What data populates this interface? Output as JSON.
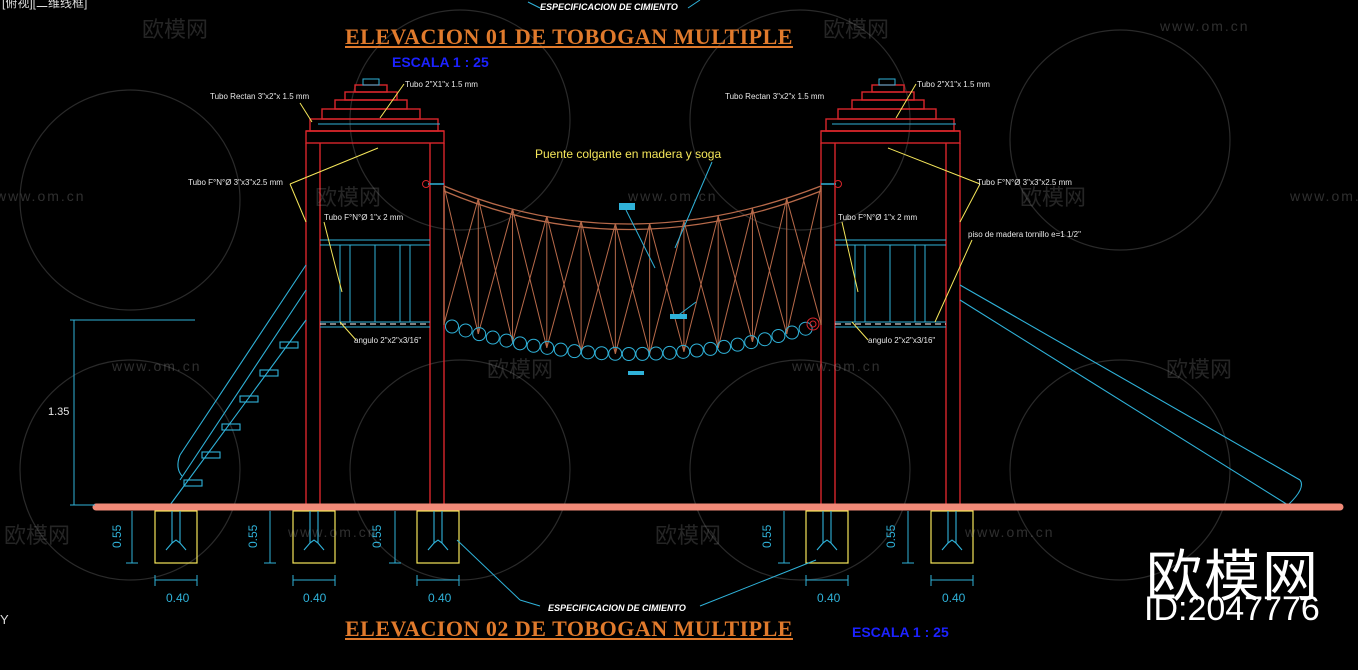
{
  "titles": {
    "top": "ELEVACION  01 DE TOBOGAN MULTIPLE",
    "bottom": "ELEVACION  02 DE TOBOGAN MULTIPLE",
    "scale_top": "ESCALA 1 : 25",
    "scale_bottom": "ESCALA 1 : 25",
    "spec_top": "ESPECIFICACION DE CIMIENTO",
    "spec_bottom": "ESPECIFICACION DE CIMIENTO"
  },
  "top_left_label": "[俯视][二维线框]",
  "axis_label": "Y",
  "notes": {
    "left_tube_rect": "Tubo Rectan 3\"x2\"x 1.5 mm",
    "left_tube_top": "Tubo 2\"X1\"x 1.5 mm",
    "left_tube_fn_a": "Tubo F°N°Ø 3\"x3\"x2.5 mm",
    "left_tube_fn_b": "Tubo F°N°Ø 1\"x 2 mm",
    "left_angle": "angulo 2\"x2\"x3/16\"",
    "bridge": "Puente colgante en madera y soga",
    "right_tube_rect": "Tubo Rectan 3\"x2\"x 1.5 mm",
    "right_tube_top": "Tubo 2\"X1\"x 1.5 mm",
    "right_tube_fn_a": "Tubo F°N°Ø 3\"x3\"x2.5 mm",
    "right_tube_fn_b": "Tubo F°N°Ø 1\"x 2 mm",
    "right_floor": "piso de madera tornillo e=1 1/2\"",
    "right_angle": "angulo 2\"x2\"x3/16\""
  },
  "dimensions": {
    "height": "1.35",
    "depth": [
      "0.55",
      "0.55",
      "0.55",
      "0.55",
      "0.55"
    ],
    "width": [
      "0.40",
      "0.40",
      "0.40",
      "0.40",
      "0.40"
    ]
  },
  "watermarks": {
    "brand": "欧模网",
    "url": "www.om.cn"
  },
  "brand_id": "ID:2047776",
  "colors": {
    "background": "#000000",
    "structure_red": "#d8262b",
    "rope_brown": "#b86a4a",
    "cyan": "#2fb2d9",
    "yellow": "#f5e65a",
    "title_orange": "#e07a2c",
    "scale_blue": "#1c22ff",
    "ground_salmon": "#f08a78"
  }
}
